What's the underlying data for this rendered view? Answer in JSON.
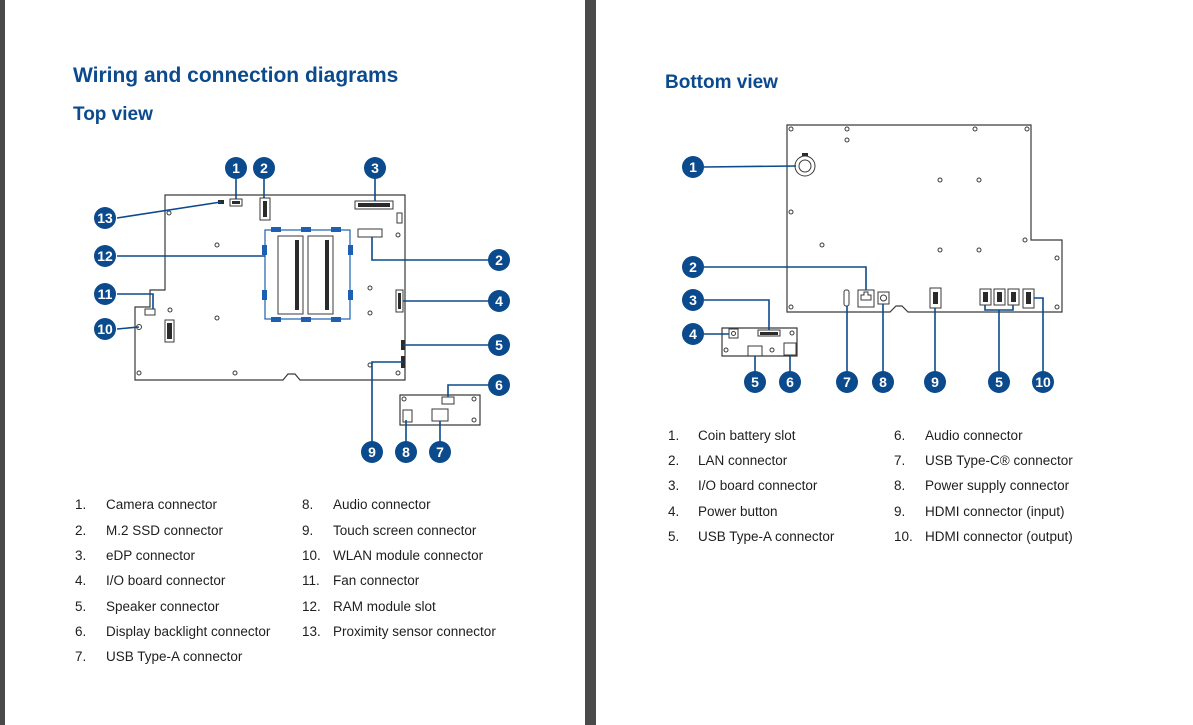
{
  "left": {
    "title": "Wiring and connection diagrams",
    "subtitle": "Top view",
    "callouts": [
      "1",
      "2",
      "3",
      "13",
      "12",
      "2",
      "4",
      "11",
      "10",
      "5",
      "6",
      "9",
      "8",
      "7"
    ],
    "legend_col1": [
      {
        "num": "1.",
        "label": "Camera connector"
      },
      {
        "num": "2.",
        "label": "M.2 SSD connector"
      },
      {
        "num": "3.",
        "label": "eDP connector"
      },
      {
        "num": "4.",
        "label": "I/O board connector"
      },
      {
        "num": "5.",
        "label": "Speaker connector"
      },
      {
        "num": "6.",
        "label": "Display backlight connector"
      },
      {
        "num": "7.",
        "label": "USB Type-A connector"
      }
    ],
    "legend_col2": [
      {
        "num": "8.",
        "label": "Audio connector"
      },
      {
        "num": "9.",
        "label": "Touch screen connector"
      },
      {
        "num": "10.",
        "label": "WLAN module connector"
      },
      {
        "num": "11.",
        "label": "Fan connector"
      },
      {
        "num": "12.",
        "label": "RAM module slot"
      },
      {
        "num": "13.",
        "label": "Proximity sensor connector"
      }
    ]
  },
  "right": {
    "title": "Bottom view",
    "callouts": [
      "1",
      "2",
      "3",
      "4",
      "5",
      "6",
      "7",
      "8",
      "9",
      "5",
      "10"
    ],
    "legend_col1": [
      {
        "num": "1.",
        "label": "Coin battery slot"
      },
      {
        "num": "2.",
        "label": "LAN connector"
      },
      {
        "num": "3.",
        "label": "I/O board connector"
      },
      {
        "num": "4.",
        "label": "Power button"
      },
      {
        "num": "5.",
        "label": "USB Type-A connector"
      }
    ],
    "legend_col2": [
      {
        "num": "6.",
        "label": "Audio connector"
      },
      {
        "num": "7.",
        "label": "USB Type-C® connector"
      },
      {
        "num": "8.",
        "label": "Power supply connector"
      },
      {
        "num": "9.",
        "label": "HDMI connector (input)"
      },
      {
        "num": "10.",
        "label": "HDMI connector (output)"
      }
    ]
  }
}
